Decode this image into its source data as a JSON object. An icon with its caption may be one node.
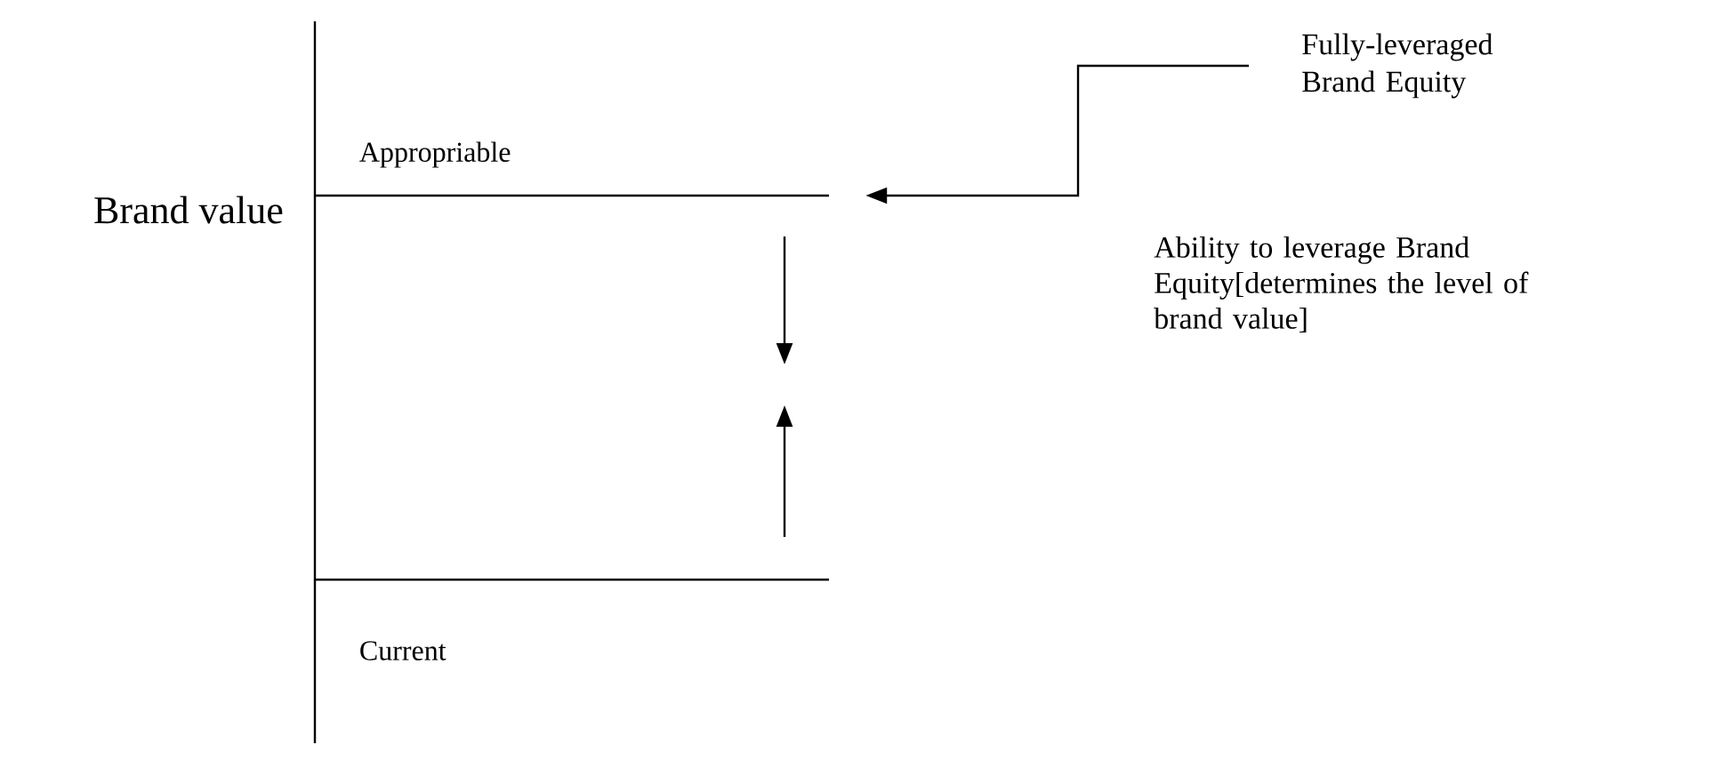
{
  "diagram": {
    "nodes": [
      {
        "text": [
          "Fully-leveraged Brand Equity"
        ]
      },
      {
        "text": [
          "Appropriable"
        ]
      },
      {
        "text": [
          "Current"
        ]
      }
    ],
    "edges": [
      {
        "from": 0,
        "to": 1,
        "arrow": "to"
      }
    ],
    "labels": [
      "Brand value",
      "Ability to leverage Brand Equity[determines the level of brand value]"
    ]
  }
}
